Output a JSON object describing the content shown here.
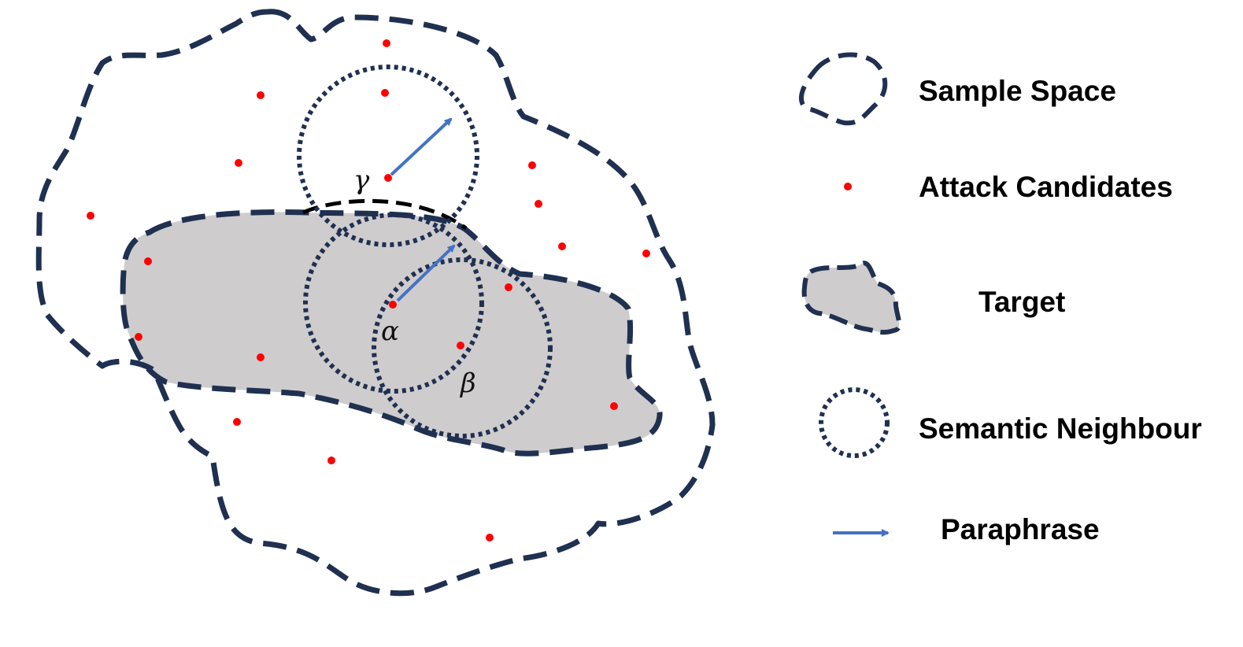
{
  "colors": {
    "outline": "#1f3050",
    "target_fill": "#cecccd",
    "candidate": "#ff0000",
    "arrow": "#4472c4",
    "boundary": "#000000"
  },
  "labels": {
    "gamma": "γ",
    "alpha": "α",
    "beta": "β"
  },
  "legend": {
    "sample_space": "Sample Space",
    "attack_candidates": "Attack Candidates",
    "target": "Target",
    "semantic_neighbour": "Semantic Neighbour",
    "paraphrase": "Paraphrase"
  },
  "icons": {
    "sample_space": "dashed-blob-icon",
    "attack_candidates": "red-dot-icon",
    "target": "gray-blob-icon",
    "semantic_neighbour": "dotted-circle-icon",
    "paraphrase": "blue-arrow-icon"
  }
}
